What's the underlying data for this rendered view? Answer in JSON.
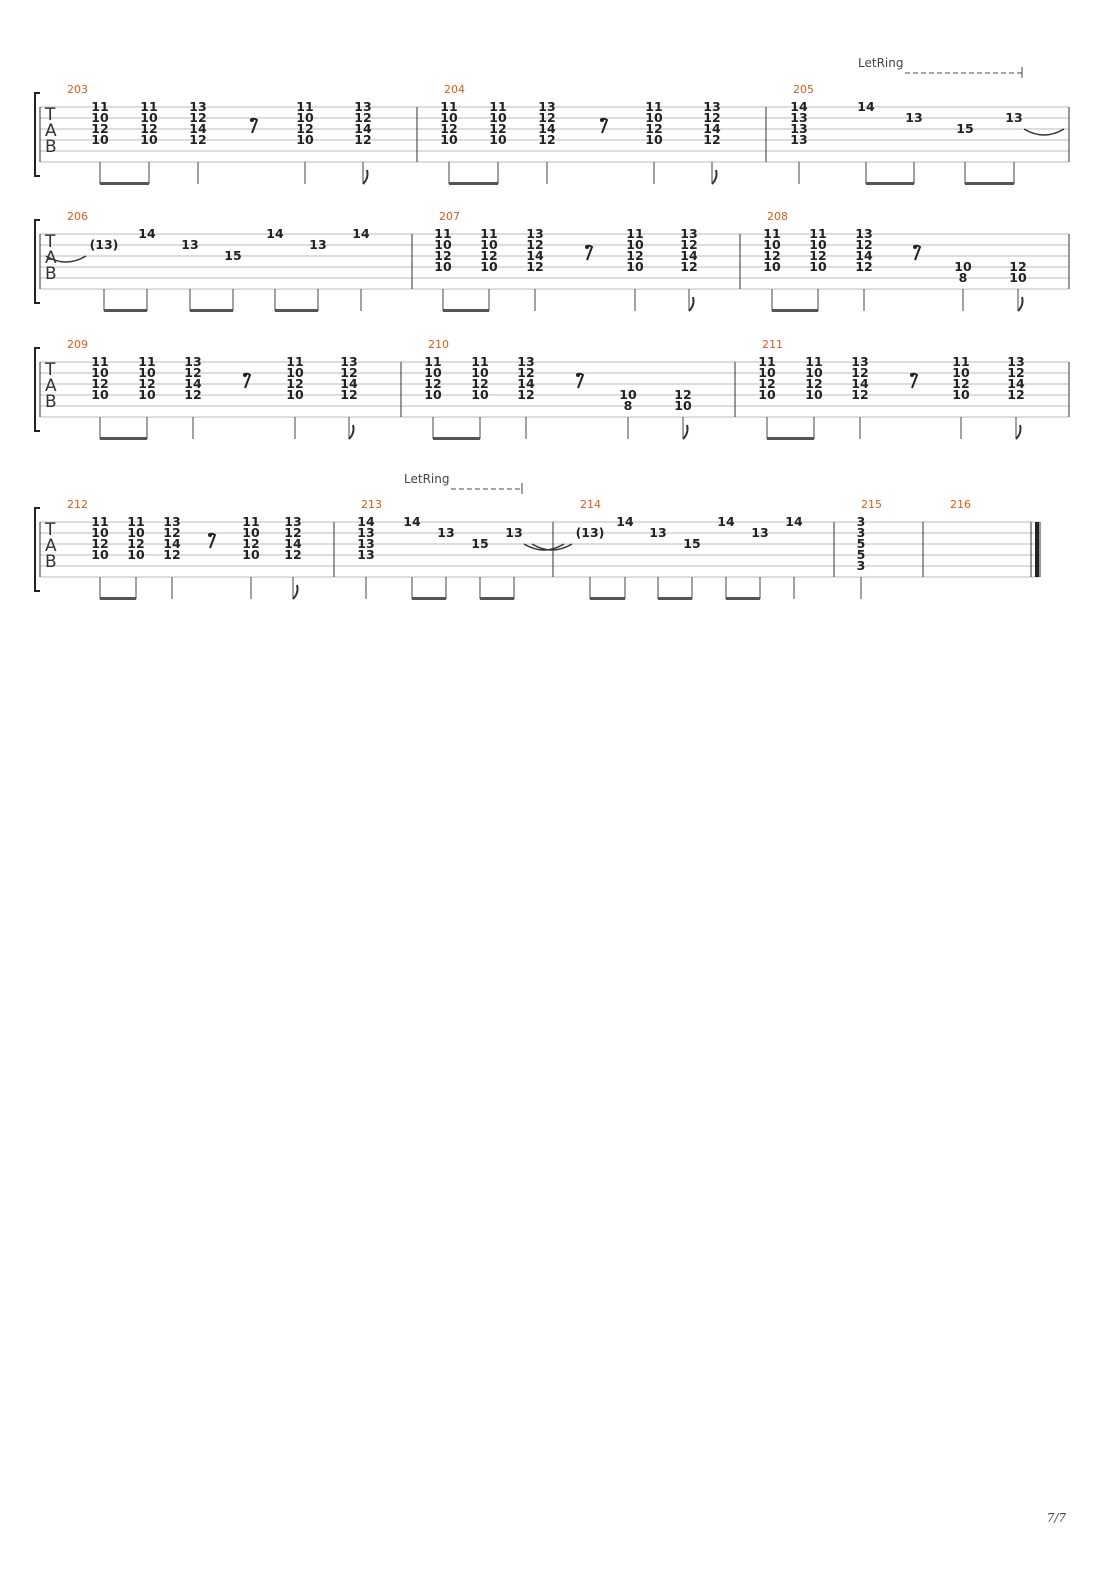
{
  "page_number": "7/7",
  "let_ring_label": "LetRing",
  "tab_letters": [
    "T",
    "A",
    "B"
  ],
  "systems": [
    {
      "let_ring": true,
      "measures": [
        {
          "number": "203",
          "beats": [
            {
              "notes": [
                [
                  "11",
                  "10",
                  "12",
                  "10"
                ]
              ],
              "beam": "A"
            },
            {
              "notes": [
                [
                  "11",
                  "10",
                  "12",
                  "10"
                ]
              ],
              "beam": "A"
            },
            {
              "notes": [
                [
                  "13",
                  "12",
                  "14",
                  "12"
                ]
              ]
            },
            {
              "rest": true
            },
            {
              "notes": [
                [
                  "11",
                  "10",
                  "12",
                  "10"
                ]
              ]
            },
            {
              "notes": [
                [
                  "13",
                  "12",
                  "14",
                  "12"
                ]
              ],
              "flag": true
            }
          ]
        },
        {
          "number": "204",
          "beats": [
            {
              "notes": [
                [
                  "11",
                  "10",
                  "12",
                  "10"
                ]
              ],
              "beam": "A"
            },
            {
              "notes": [
                [
                  "11",
                  "10",
                  "12",
                  "10"
                ]
              ],
              "beam": "A"
            },
            {
              "notes": [
                [
                  "13",
                  "12",
                  "14",
                  "12"
                ]
              ]
            },
            {
              "rest": true
            },
            {
              "notes": [
                [
                  "11",
                  "10",
                  "12",
                  "10"
                ]
              ]
            },
            {
              "notes": [
                [
                  "13",
                  "12",
                  "14",
                  "12"
                ]
              ],
              "flag": true
            }
          ]
        },
        {
          "number": "205",
          "beats": [
            {
              "notes": [
                [
                  "14",
                  "13",
                  "13",
                  "13"
                ]
              ]
            },
            {
              "notes": [
                [
                  "14"
                ]
              ],
              "beam": "A"
            },
            {
              "notes": [
                [
                  "",
                  "13"
                ]
              ],
              "beam": "A"
            },
            {
              "notes": [
                [
                  "",
                  "",
                  "15"
                ]
              ],
              "beam": "B"
            },
            {
              "notes": [
                [
                  "",
                  "13"
                ]
              ],
              "beam": "B",
              "tie_out": true
            }
          ]
        }
      ]
    },
    {
      "measures": [
        {
          "number": "206",
          "beats": [
            {
              "notes": [
                [
                  "",
                  "(13)"
                ]
              ],
              "beam": "A",
              "tie_in": true
            },
            {
              "notes": [
                [
                  "14"
                ]
              ],
              "beam": "A"
            },
            {
              "notes": [
                [
                  "",
                  "13"
                ]
              ],
              "beam": "B"
            },
            {
              "notes": [
                [
                  "",
                  "",
                  "15"
                ]
              ],
              "beam": "B"
            },
            {
              "notes": [
                [
                  "14"
                ]
              ],
              "beam": "C"
            },
            {
              "notes": [
                [
                  "",
                  "13"
                ]
              ],
              "beam": "C"
            },
            {
              "notes": [
                [
                  "14"
                ]
              ]
            }
          ]
        },
        {
          "number": "207",
          "beats": [
            {
              "notes": [
                [
                  "11",
                  "10",
                  "12",
                  "10"
                ]
              ],
              "beam": "A"
            },
            {
              "notes": [
                [
                  "11",
                  "10",
                  "12",
                  "10"
                ]
              ],
              "beam": "A"
            },
            {
              "notes": [
                [
                  "13",
                  "12",
                  "14",
                  "12"
                ]
              ]
            },
            {
              "rest": true
            },
            {
              "notes": [
                [
                  "11",
                  "10",
                  "12",
                  "10"
                ]
              ]
            },
            {
              "notes": [
                [
                  "13",
                  "12",
                  "14",
                  "12"
                ]
              ],
              "flag": true
            }
          ]
        },
        {
          "number": "208",
          "beats": [
            {
              "notes": [
                [
                  "11",
                  "10",
                  "12",
                  "10"
                ]
              ],
              "beam": "A"
            },
            {
              "notes": [
                [
                  "11",
                  "10",
                  "12",
                  "10"
                ]
              ],
              "beam": "A"
            },
            {
              "notes": [
                [
                  "13",
                  "12",
                  "14",
                  "12"
                ]
              ]
            },
            {
              "rest": true
            },
            {
              "notes": [
                [
                  "",
                  "",
                  "",
                  "10",
                  "8"
                ]
              ]
            },
            {
              "notes": [
                [
                  "",
                  "",
                  "",
                  "12",
                  "10"
                ]
              ],
              "flag": true
            }
          ]
        }
      ]
    },
    {
      "measures": [
        {
          "number": "209",
          "beats": [
            {
              "notes": [
                [
                  "11",
                  "10",
                  "12",
                  "10"
                ]
              ],
              "beam": "A"
            },
            {
              "notes": [
                [
                  "11",
                  "10",
                  "12",
                  "10"
                ]
              ],
              "beam": "A"
            },
            {
              "notes": [
                [
                  "13",
                  "12",
                  "14",
                  "12"
                ]
              ]
            },
            {
              "rest": true
            },
            {
              "notes": [
                [
                  "11",
                  "10",
                  "12",
                  "10"
                ]
              ]
            },
            {
              "notes": [
                [
                  "13",
                  "12",
                  "14",
                  "12"
                ]
              ],
              "flag": true
            }
          ]
        },
        {
          "number": "210",
          "beats": [
            {
              "notes": [
                [
                  "11",
                  "10",
                  "12",
                  "10"
                ]
              ],
              "beam": "A"
            },
            {
              "notes": [
                [
                  "11",
                  "10",
                  "12",
                  "10"
                ]
              ],
              "beam": "A"
            },
            {
              "notes": [
                [
                  "13",
                  "12",
                  "14",
                  "12"
                ]
              ]
            },
            {
              "rest": true
            },
            {
              "notes": [
                [
                  "",
                  "",
                  "",
                  "10",
                  "8"
                ]
              ]
            },
            {
              "notes": [
                [
                  "",
                  "",
                  "",
                  "12",
                  "10"
                ]
              ],
              "flag": true
            }
          ]
        },
        {
          "number": "211",
          "beats": [
            {
              "notes": [
                [
                  "11",
                  "10",
                  "12",
                  "10"
                ]
              ],
              "beam": "A"
            },
            {
              "notes": [
                [
                  "11",
                  "10",
                  "12",
                  "10"
                ]
              ],
              "beam": "A"
            },
            {
              "notes": [
                [
                  "13",
                  "12",
                  "14",
                  "12"
                ]
              ]
            },
            {
              "rest": true
            },
            {
              "notes": [
                [
                  "11",
                  "10",
                  "12",
                  "10"
                ]
              ]
            },
            {
              "notes": [
                [
                  "13",
                  "12",
                  "14",
                  "12"
                ]
              ],
              "flag": true
            }
          ]
        }
      ]
    },
    {
      "let_ring": true,
      "final": true,
      "measures": [
        {
          "number": "212",
          "beats": [
            {
              "notes": [
                [
                  "11",
                  "10",
                  "12",
                  "10"
                ]
              ],
              "beam": "A"
            },
            {
              "notes": [
                [
                  "11",
                  "10",
                  "12",
                  "10"
                ]
              ],
              "beam": "A"
            },
            {
              "notes": [
                [
                  "13",
                  "12",
                  "14",
                  "12"
                ]
              ]
            },
            {
              "rest": true
            },
            {
              "notes": [
                [
                  "11",
                  "10",
                  "12",
                  "10"
                ]
              ]
            },
            {
              "notes": [
                [
                  "13",
                  "12",
                  "14",
                  "12"
                ]
              ],
              "flag": true
            }
          ]
        },
        {
          "number": "213",
          "beats": [
            {
              "notes": [
                [
                  "14",
                  "13",
                  "13",
                  "13"
                ]
              ]
            },
            {
              "notes": [
                [
                  "14"
                ]
              ],
              "beam": "A"
            },
            {
              "notes": [
                [
                  "",
                  "13"
                ]
              ],
              "beam": "A"
            },
            {
              "notes": [
                [
                  "",
                  "",
                  "15"
                ]
              ],
              "beam": "B"
            },
            {
              "notes": [
                [
                  "",
                  "13"
                ]
              ],
              "beam": "B",
              "tie_out": true
            }
          ]
        },
        {
          "number": "214",
          "beats": [
            {
              "notes": [
                [
                  "",
                  "(13)"
                ]
              ],
              "beam": "A",
              "tie_in": true
            },
            {
              "notes": [
                [
                  "14"
                ]
              ],
              "beam": "A"
            },
            {
              "notes": [
                [
                  "",
                  "13"
                ]
              ],
              "beam": "B"
            },
            {
              "notes": [
                [
                  "",
                  "",
                  "15"
                ]
              ],
              "beam": "B"
            },
            {
              "notes": [
                [
                  "14"
                ]
              ],
              "beam": "C"
            },
            {
              "notes": [
                [
                  "",
                  "13"
                ]
              ],
              "beam": "C"
            },
            {
              "notes": [
                [
                  "14"
                ]
              ]
            }
          ]
        },
        {
          "number": "215",
          "beats": [
            {
              "notes": [
                [
                  "3",
                  "3",
                  "5",
                  "5",
                  "3"
                ]
              ]
            }
          ]
        },
        {
          "number": "216",
          "beats": []
        }
      ]
    }
  ]
}
